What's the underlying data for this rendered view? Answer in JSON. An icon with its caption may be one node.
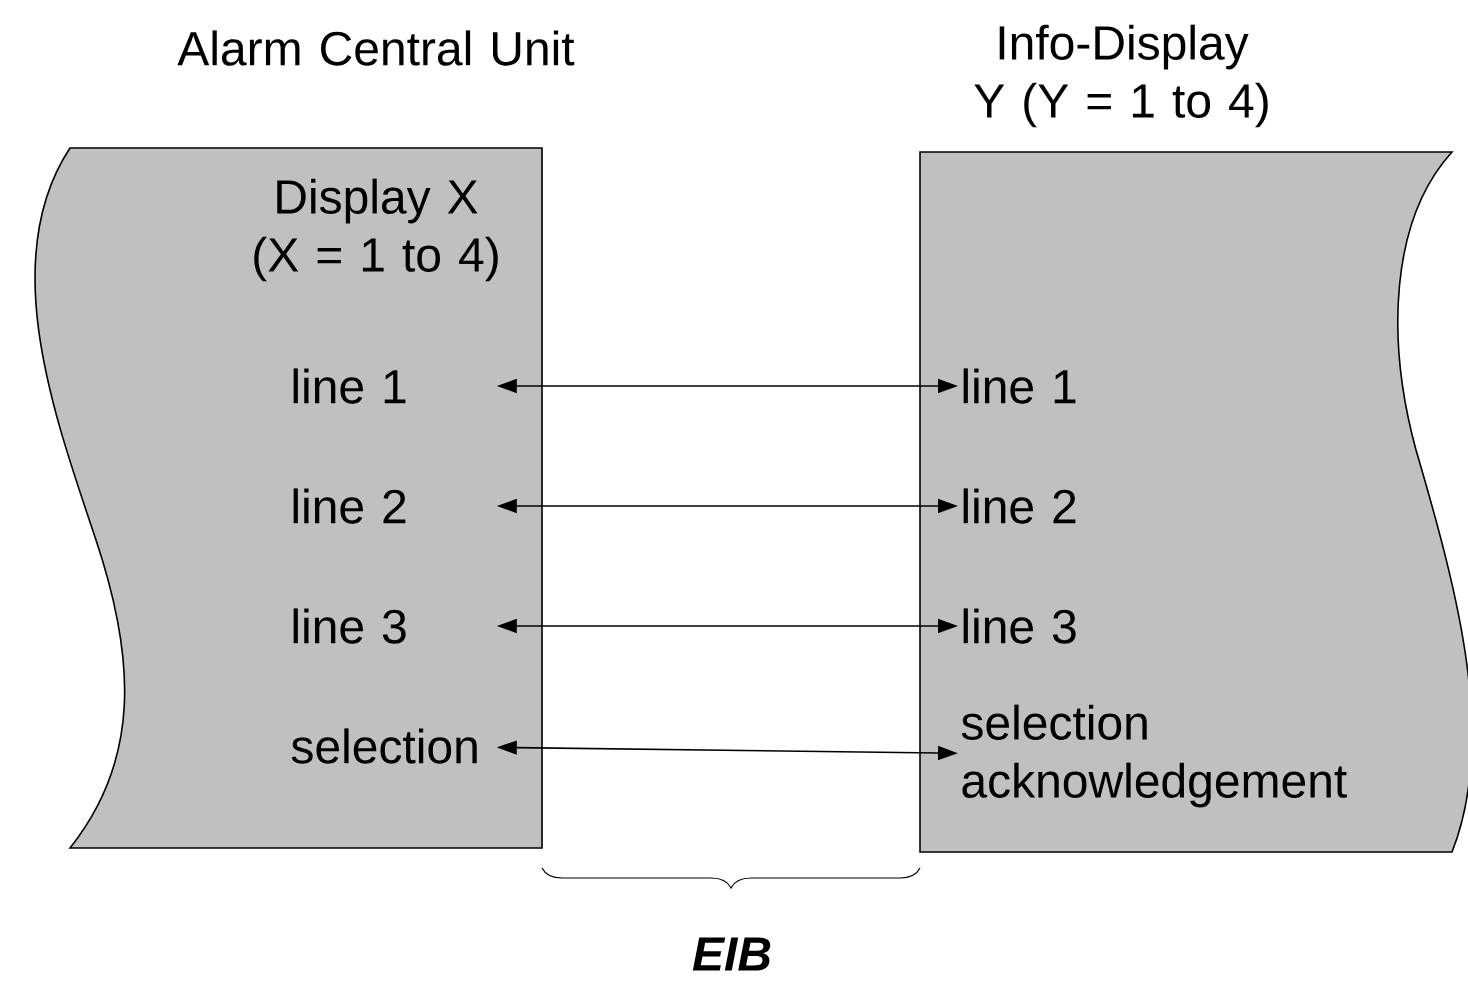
{
  "diagram": {
    "nodes": [
      {
        "text": [
          "Alarm Central Unit",
          "Display X (X = 1 to 4)"
        ]
      },
      {
        "text": [
          "line 1"
        ],
        "in": 0
      },
      {
        "text": [
          "line 2"
        ],
        "in": 0
      },
      {
        "text": [
          "line 3"
        ],
        "in": 0
      },
      {
        "text": [
          "selection"
        ],
        "in": 0
      },
      {
        "text": [
          "Info-Display Y (Y = 1 to 4)"
        ]
      },
      {
        "text": [
          "line 1"
        ],
        "in": 5
      },
      {
        "text": [
          "line 2"
        ],
        "in": 5
      },
      {
        "text": [
          "line 3"
        ],
        "in": 5
      },
      {
        "text": [
          "selection acknowledgement"
        ],
        "in": 5
      }
    ],
    "edges": [
      {
        "from": 1,
        "to": 6,
        "arrow": "both"
      },
      {
        "from": 2,
        "to": 7,
        "arrow": "both"
      },
      {
        "from": 3,
        "to": 8,
        "arrow": "both"
      },
      {
        "from": 4,
        "to": 9,
        "arrow": "both"
      }
    ],
    "labels": [
      "EIB"
    ]
  }
}
